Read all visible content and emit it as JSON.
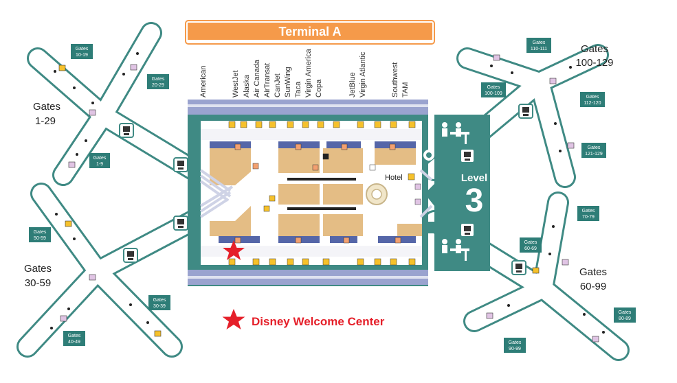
{
  "terminal": {
    "title": "Terminal A"
  },
  "level": {
    "label": "Level",
    "number": "3"
  },
  "hotel": {
    "label": "Hotel"
  },
  "legend": {
    "label": "Disney Welcome Center",
    "color": "#e5202a"
  },
  "airlines": {
    "american": "American",
    "westjet": "WestJet",
    "alaska": "Alaska",
    "air_canada": "Air Canada",
    "airtransat": "AirTransat",
    "canjet": "CanJet",
    "sunwing": "SunWing",
    "taca": "Taca",
    "virgin_america": "Virgin America",
    "copa": "Copa",
    "jetblue": "JetBlue",
    "virgin_atlantic": "Virgin Atlantic",
    "southwest": "Southwest",
    "tam": "TAM"
  },
  "gate_groups": {
    "g1_29": {
      "line1": "Gates",
      "line2": "1-29"
    },
    "g30_59": {
      "line1": "Gates",
      "line2": "30-59"
    },
    "g100_129": {
      "line1": "Gates",
      "line2": "100-129"
    },
    "g60_99": {
      "line1": "Gates",
      "line2": "60-99"
    }
  },
  "gate_tags": {
    "g10_19": {
      "line1": "Gates",
      "line2": "10-19"
    },
    "g20_29": {
      "line1": "Gates",
      "line2": "20-29"
    },
    "g1_9": {
      "line1": "Gates",
      "line2": "1-9"
    },
    "g50_59": {
      "line1": "Gates",
      "line2": "50-59"
    },
    "g30_39": {
      "line1": "Gates",
      "line2": "30-39"
    },
    "g40_49": {
      "line1": "Gates",
      "line2": "40-49"
    },
    "g110_111": {
      "line1": "Gates",
      "line2": "110-111"
    },
    "g100_109": {
      "line1": "Gates",
      "line2": "100-109"
    },
    "g112_120": {
      "line1": "Gates",
      "line2": "112-120"
    },
    "g121_129": {
      "line1": "Gates",
      "line2": "121-129"
    },
    "g70_79": {
      "line1": "Gates",
      "line2": "70-79"
    },
    "g60_69": {
      "line1": "Gates",
      "line2": "60-69"
    },
    "g80_89": {
      "line1": "Gates",
      "line2": "80-89"
    },
    "g90_99": {
      "line1": "Gates",
      "line2": "90-99"
    }
  },
  "colors": {
    "teal": "#3f8a84",
    "gate_tag": "#2e7d77",
    "corridor": "#dfe2f0",
    "road": "#9aa3cf",
    "tan": "#e4bd85",
    "orange": "#f59a4a",
    "star": "#e5202a"
  }
}
